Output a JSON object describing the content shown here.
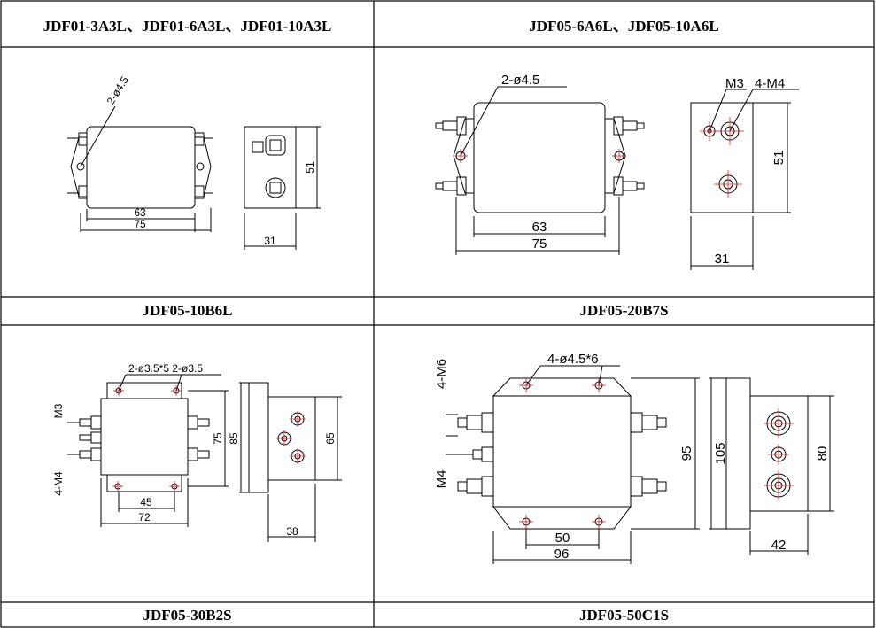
{
  "headers": [
    "JDF01-3A3L、JDF01-6A3L、JDF01-10A3L",
    "JDF05-6A6L、JDF05-10A6L",
    "JDF05-10B6L",
    "JDF05-20B7S",
    "JDF05-30B2S",
    "JDF05-50C1S"
  ],
  "d1": {
    "hole": "2-ø4.5",
    "w_inner": "63",
    "w_outer": "75",
    "h": "51",
    "depth": "31"
  },
  "d2": {
    "hole": "2-ø4.5",
    "m3": "M3",
    "m4": "4-M4",
    "h": "51",
    "w_inner": "63",
    "w_outer": "75",
    "depth": "31"
  },
  "d3": {
    "holes": "2-ø3.5*5 2-ø3.5",
    "m3": "M3",
    "m4": "4-M4",
    "h75": "75",
    "h85": "85",
    "h65": "65",
    "w45": "45",
    "w72": "72",
    "depth": "38"
  },
  "d4": {
    "holes": "4-ø4.5*6",
    "m6": "4-M6",
    "m4": "M4",
    "h95": "95",
    "h105": "105",
    "h80": "80",
    "w50": "50",
    "w96": "96",
    "depth": "42"
  }
}
